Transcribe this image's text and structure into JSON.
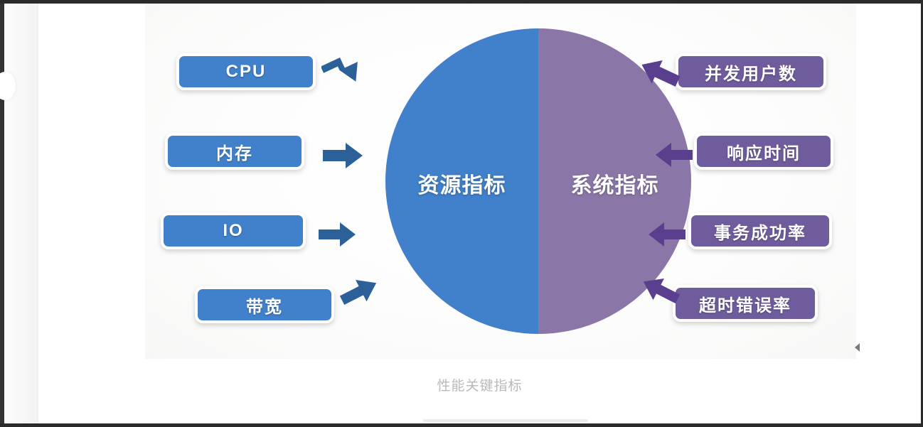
{
  "caption": "性能关键指标",
  "circle": {
    "left_label": "资源指标",
    "right_label": "系统指标",
    "left_color": "#4180ca",
    "right_color": "#8a77a7"
  },
  "palette": {
    "blue": "#4180ca",
    "blue_arrow": "#2c6099",
    "purple": "#6f5c9d",
    "purple_arrow": "#5b3f8f",
    "purple_half": "#8a77a7",
    "caption_text": "#b9b9b9",
    "chrome_dark": "#2b2b2b"
  },
  "left_metrics": [
    {
      "label": "CPU",
      "arrow": "arrow-down-right-icon"
    },
    {
      "label": "内存",
      "arrow": "arrow-right-icon"
    },
    {
      "label": "IO",
      "arrow": "arrow-right-icon"
    },
    {
      "label": "带宽",
      "arrow": "arrow-up-right-icon"
    }
  ],
  "right_metrics": [
    {
      "label": "并发用户数",
      "arrow": "arrow-down-left-icon"
    },
    {
      "label": "响应时间",
      "arrow": "arrow-left-icon"
    },
    {
      "label": "事务成功率",
      "arrow": "arrow-left-icon"
    },
    {
      "label": "超时错误率",
      "arrow": "arrow-up-left-icon"
    }
  ],
  "markers": {
    "scroll_caret": "caret-left-icon"
  }
}
